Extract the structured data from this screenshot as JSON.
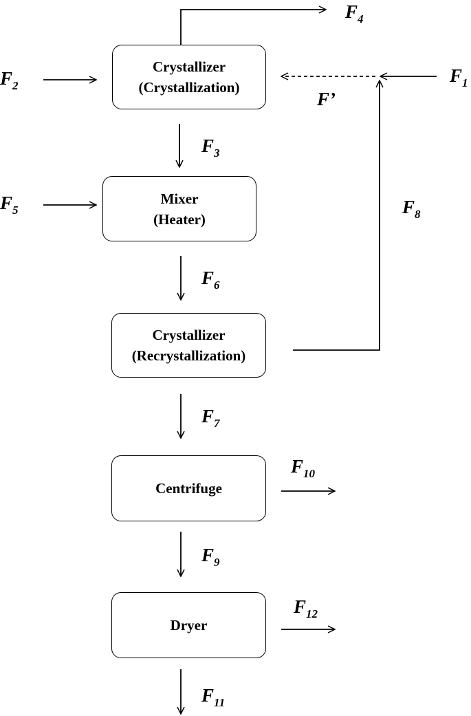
{
  "units": {
    "crystallizer_1": {
      "name": "Crystallizer",
      "sub": "(Crystallization)"
    },
    "mixer": {
      "name": "Mixer",
      "sub": "(Heater)"
    },
    "crystallizer_2": {
      "name": "Crystallizer",
      "sub": "(Recrystallization)"
    },
    "centrifuge": {
      "name": "Centrifuge"
    },
    "dryer": {
      "name": "Dryer"
    }
  },
  "streams": {
    "f1": {
      "base": "F",
      "sub": "1"
    },
    "f2": {
      "base": "F",
      "sub": "2"
    },
    "f3": {
      "base": "F",
      "sub": "3"
    },
    "f4": {
      "base": "F",
      "sub": "4"
    },
    "f5": {
      "base": "F",
      "sub": "5"
    },
    "f6": {
      "base": "F",
      "sub": "6"
    },
    "f7": {
      "base": "F",
      "sub": "7"
    },
    "f8": {
      "base": "F",
      "sub": "8"
    },
    "f9": {
      "base": "F",
      "sub": "9"
    },
    "f10": {
      "base": "F",
      "sub": "10"
    },
    "f11": {
      "base": "F",
      "sub": "11"
    },
    "f12": {
      "base": "F",
      "sub": "12"
    },
    "f_prime": {
      "text": "F’"
    }
  }
}
